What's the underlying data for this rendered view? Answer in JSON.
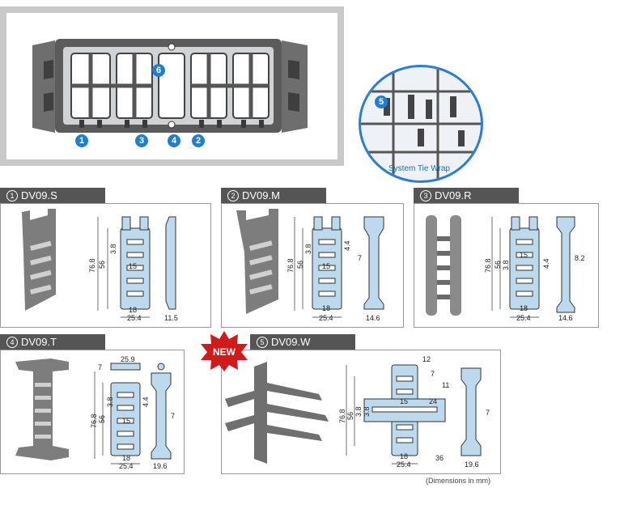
{
  "overview": {
    "callouts": [
      "1",
      "3",
      "4",
      "2",
      "6"
    ],
    "tie_wrap": {
      "callout": "5",
      "label": "System Tie Wrap"
    }
  },
  "products": [
    {
      "num": "1",
      "name": "DV09.S",
      "dims": {
        "h_total": "76.8",
        "h_inner": "56",
        "pitch": "3.8",
        "slot": "15",
        "w_inner": "18",
        "w_outer": "25.4",
        "side": "11.5"
      }
    },
    {
      "num": "2",
      "name": "DV09.M",
      "dims": {
        "h_total": "76.8",
        "h_inner": "56",
        "pitch": "3.8",
        "slot": "15",
        "w_inner": "18",
        "w_outer": "25.4",
        "t": "4.4",
        "side_w": "7",
        "side": "14.6"
      }
    },
    {
      "num": "3",
      "name": "DV09.R",
      "dims": {
        "h_total": "76.8",
        "h_inner": "56",
        "pitch": "3.8",
        "slot": "15",
        "w_inner": "18",
        "w_outer": "25.4",
        "t": "4.4",
        "side_w": "8.2",
        "side": "14.6"
      }
    },
    {
      "num": "4",
      "name": "DV09.T",
      "dims": {
        "top": "25.9",
        "top_h": "7",
        "h_total": "76.8",
        "h_inner": "56",
        "pitch": "3.8",
        "t": "4.4",
        "slot": "15",
        "w_inner": "18",
        "w_outer": "25.4",
        "side_w": "7",
        "side": "19.6"
      }
    },
    {
      "num": "5",
      "name": "DV09.W",
      "badge": "NEW",
      "dims": {
        "top": "12",
        "a": "7",
        "b": "11",
        "slot": "15",
        "w2": "24",
        "h_total": "76.8",
        "h_inner": "56",
        "c": "3.8",
        "d": "3.8",
        "w_inner": "18",
        "w_outer": "25.4",
        "side_off": "36",
        "side_w": "7",
        "side": "19.6"
      }
    }
  ],
  "footnote": "(Dimensions in mm)",
  "colors": {
    "accent": "#1e7fd0",
    "tab": "#555555",
    "drawing": "#bcd9ee"
  }
}
